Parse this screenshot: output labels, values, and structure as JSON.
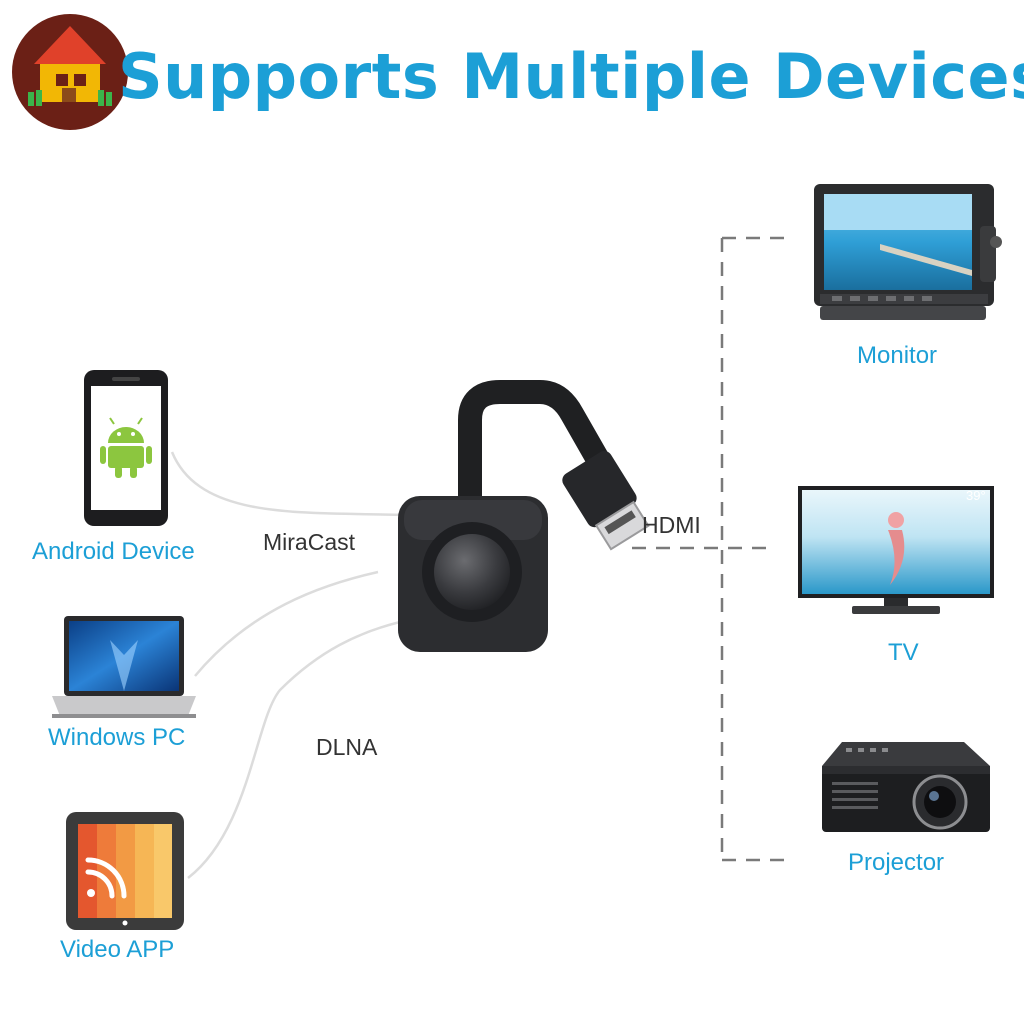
{
  "title": "Supports Multiple Devices",
  "logo": {
    "icon": "house-logo-icon"
  },
  "sources": [
    {
      "label": "Android Device",
      "icon": "android-phone-icon"
    },
    {
      "label": "Windows PC",
      "icon": "laptop-icon"
    },
    {
      "label": "Video APP",
      "icon": "video-app-icon"
    }
  ],
  "protocols": {
    "miracast": "MiraCast",
    "dlna": "DLNA",
    "hdmi": "HDMI"
  },
  "outputs": [
    {
      "label": "Monitor",
      "icon": "monitor-icon"
    },
    {
      "label": "TV",
      "icon": "tv-icon",
      "screen_text": "39°"
    },
    {
      "label": "Projector",
      "icon": "projector-icon"
    }
  ],
  "colors": {
    "accent": "#1c9fd6",
    "logo_bg": "#6b2016",
    "android": "#8cc63f",
    "dongle": "#2c2d30"
  }
}
